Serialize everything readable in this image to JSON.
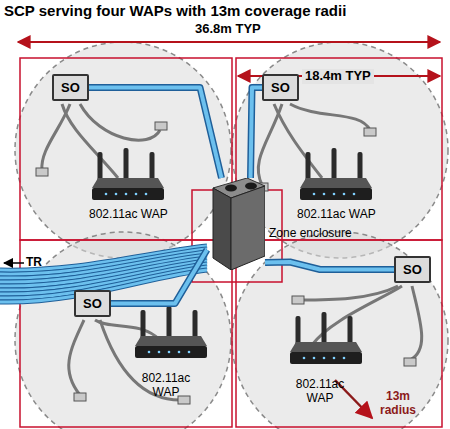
{
  "diagram": {
    "title": "SCP serving four WAPs with 13m coverage radii",
    "nodes": [
      {
        "text": [
          "SO"
        ]
      },
      {
        "text": [
          "SO"
        ]
      },
      {
        "text": [
          "Zone enclosure"
        ]
      },
      {
        "text": [
          "SO"
        ]
      },
      {
        "text": [
          "SO"
        ]
      }
    ],
    "edges": [
      {
        "from": 0,
        "to": 2,
        "arrow": "none"
      },
      {
        "from": 1,
        "to": 2,
        "arrow": "none"
      },
      {
        "from": 3,
        "to": 2,
        "arrow": "none"
      },
      {
        "from": 4,
        "to": 2,
        "arrow": "none"
      }
    ],
    "labels": [
      "36.8m TYP",
      "18.4m TYP",
      "802.11ac WAP",
      "802.11ac WAP",
      "802.11ac WAP",
      "802.11ac WAP",
      "TR",
      "13m radius"
    ]
  }
}
